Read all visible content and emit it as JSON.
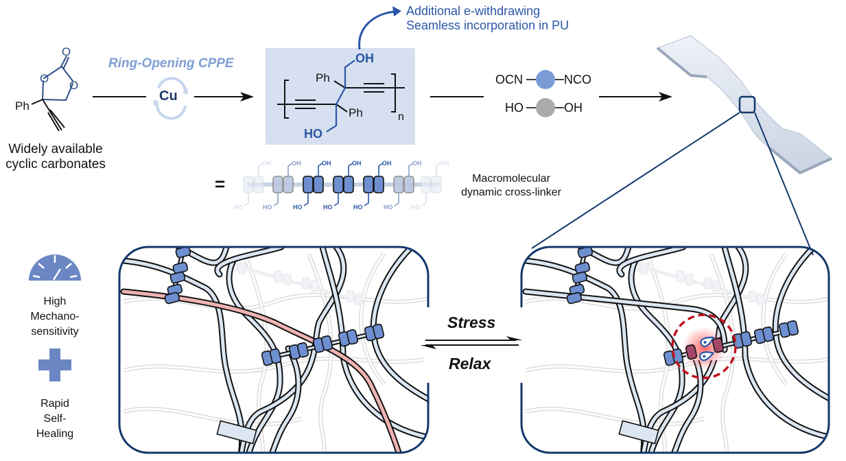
{
  "monomer": {
    "substituent": "Ph",
    "atom_o": "O",
    "caption_line1": "Widely available",
    "caption_line2": "cyclic carbonates"
  },
  "step1": {
    "method": "Ring-Opening CPPE",
    "catalyst": "Cu"
  },
  "polymer": {
    "ph_top": "Ph",
    "ph_bottom": "Ph",
    "oh_top": "OH",
    "ho_bottom": "HO",
    "repeat_subscript": "n",
    "highlight_color": "#d6e0f0",
    "hydroxyl_color": "#2b56a6"
  },
  "annotation": {
    "line1": "Additional e-withdrawing",
    "line2": "Seamless incorporation in PU",
    "color": "#2b56a6"
  },
  "reagents": {
    "diisocyanate_left": "OCN",
    "diisocyanate_right": "NCO",
    "diol_left": "HO",
    "diol_right": "OH",
    "isocyanate_color": "#7b9bd6",
    "diol_color": "#aaaaaa"
  },
  "crosslinker": {
    "equals": "=",
    "oh_label": "OH",
    "ho_label": "HO",
    "caption_line1": "Macromolecular",
    "caption_line2": "dynamic cross-linker"
  },
  "properties": {
    "prop1_line1": "High",
    "prop1_line2": "Mechano-",
    "prop1_line3": "sensitivity",
    "prop2_line1": "Rapid",
    "prop2_line2": "Self-",
    "prop2_line3": "Healing",
    "icon_color": "#6a87c4"
  },
  "equilibrium": {
    "forward": "Stress",
    "reverse": "Relax"
  },
  "colors": {
    "frame": "#12386b",
    "chain_fill": "#dbe6f2",
    "linker_unit": "#6e8fd0",
    "stressed_chain": "#efb3b3",
    "activated_unit": "#a3476a",
    "dashed_circle": "#c0131f"
  }
}
